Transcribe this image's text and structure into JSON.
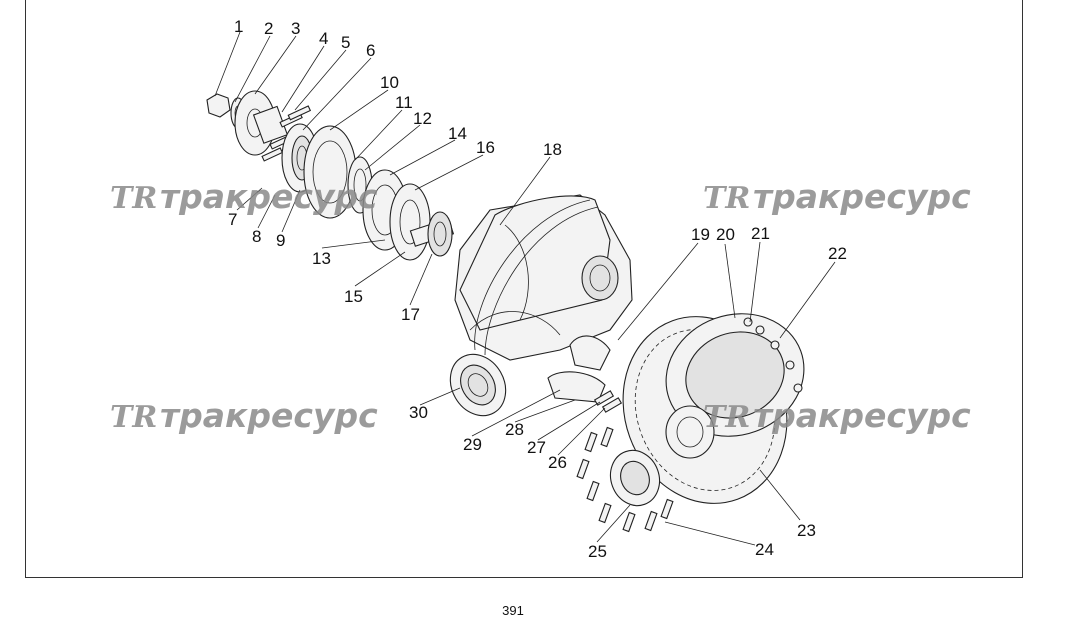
{
  "watermark": {
    "logo": "TR",
    "text": "тракресурс"
  },
  "callouts": [
    "1",
    "2",
    "3",
    "4",
    "5",
    "6",
    "7",
    "8",
    "9",
    "10",
    "11",
    "12",
    "13",
    "14",
    "15",
    "16",
    "17",
    "18",
    "19",
    "20",
    "21",
    "22",
    "23",
    "24",
    "25",
    "26",
    "27",
    "28",
    "29",
    "30"
  ],
  "page_number": "391"
}
